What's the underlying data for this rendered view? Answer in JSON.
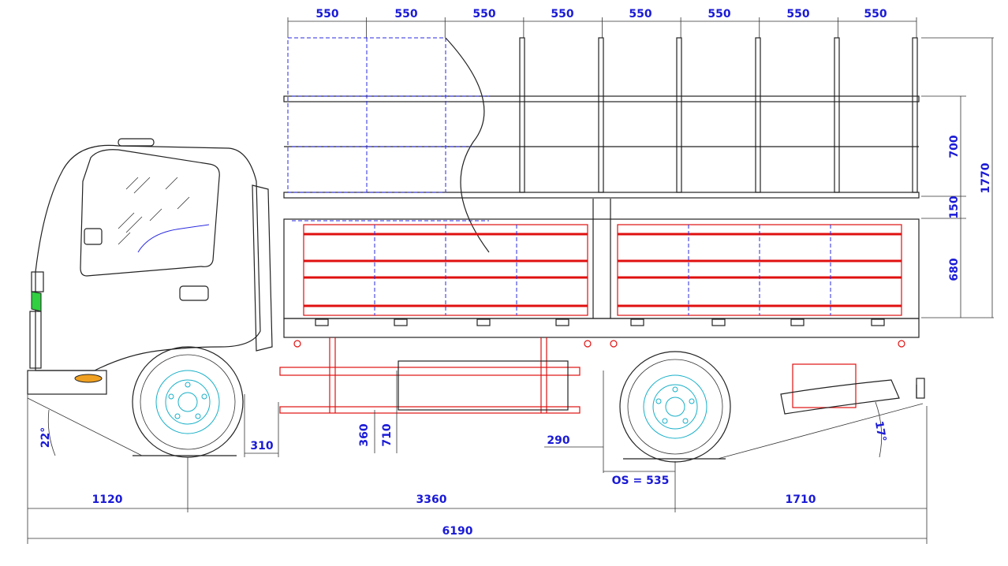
{
  "dimensions": {
    "stake_spacing": [
      "550",
      "550",
      "550",
      "550",
      "550",
      "550",
      "550",
      "550"
    ],
    "top_rail_height": "700",
    "gap_height": "150",
    "side_board_height": "680",
    "overall_body_height": "1770",
    "front_overhang": "1120",
    "wheelbase": "3360",
    "rear_overhang": "1710",
    "overall_length": "6190",
    "approach_angle": "22°",
    "departure_angle": "17°",
    "frame_offset_310": "310",
    "ground_clear_360": "360",
    "frame_height_710": "710",
    "offset_290": "290",
    "offset_label": "OS = 535"
  },
  "colors": {
    "dimension": "#1a1ad6",
    "outline": "#222222",
    "frame_red": "#e01010",
    "hidden_blue": "#2a2ae0",
    "wheel_cyan": "#18b0c8",
    "indicator_orange": "#f0a020",
    "lamp_green": "#30d040"
  }
}
